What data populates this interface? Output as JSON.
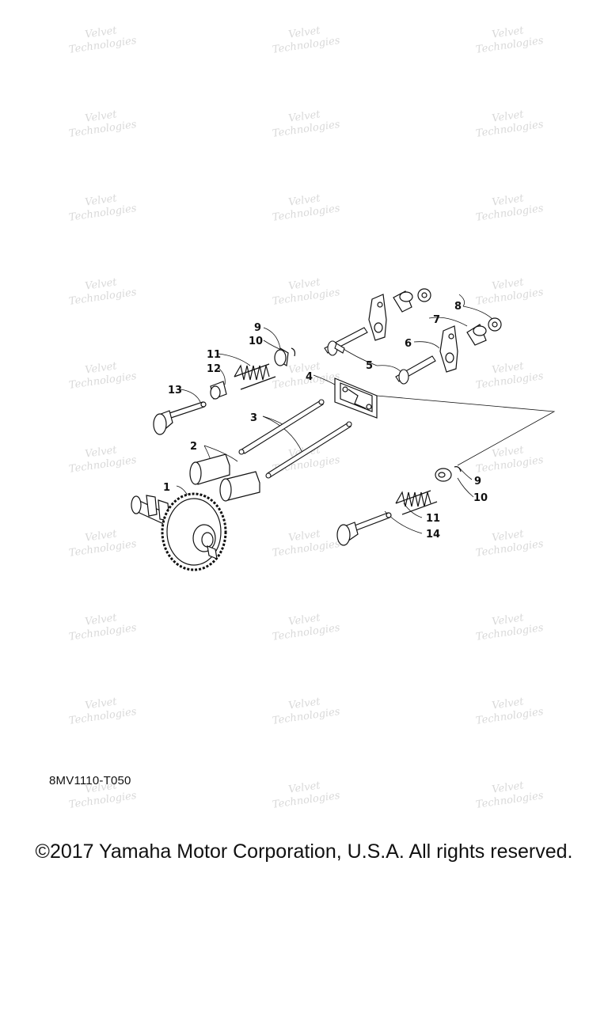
{
  "diagram": {
    "code": "8MV1110-T050",
    "copyright": "©2017 Yamaha Motor Corporation, U.S.A. All rights reserved.",
    "watermark": [
      "Velvet",
      "Technologies"
    ],
    "callouts": [
      "1",
      "2",
      "3",
      "4",
      "5",
      "6",
      "7",
      "8",
      "9",
      "10",
      "11",
      "12",
      "13",
      "9",
      "10",
      "11",
      "14"
    ]
  }
}
